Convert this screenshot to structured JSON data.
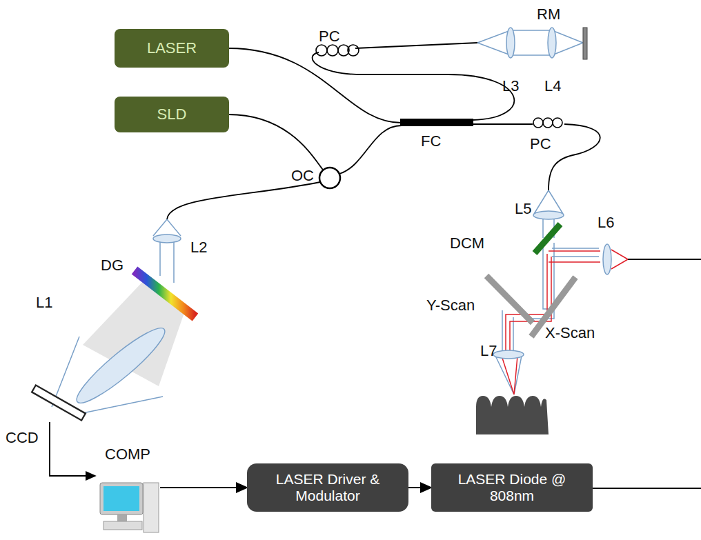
{
  "diagram": {
    "nodes": [
      {
        "text": [
          "LASER"
        ]
      },
      {
        "text": [
          "SLD"
        ]
      },
      {
        "text": [
          "COMP"
        ]
      },
      {
        "text": [
          "LASER Driver & Modulator"
        ]
      },
      {
        "text": [
          "LASER Diode @ 808nm"
        ]
      }
    ],
    "edges": [
      {
        "from": 2,
        "to": 3,
        "arrow": "to"
      },
      {
        "from": 3,
        "to": 4,
        "arrow": "to"
      }
    ],
    "labels": [
      "PC",
      "RM",
      "L3",
      "L4",
      "PC",
      "FC",
      "OC",
      "L5",
      "L6",
      "DCM",
      "DG",
      "L2",
      "L1",
      "Y-Scan",
      "X-Scan",
      "L7",
      "CCD"
    ]
  }
}
